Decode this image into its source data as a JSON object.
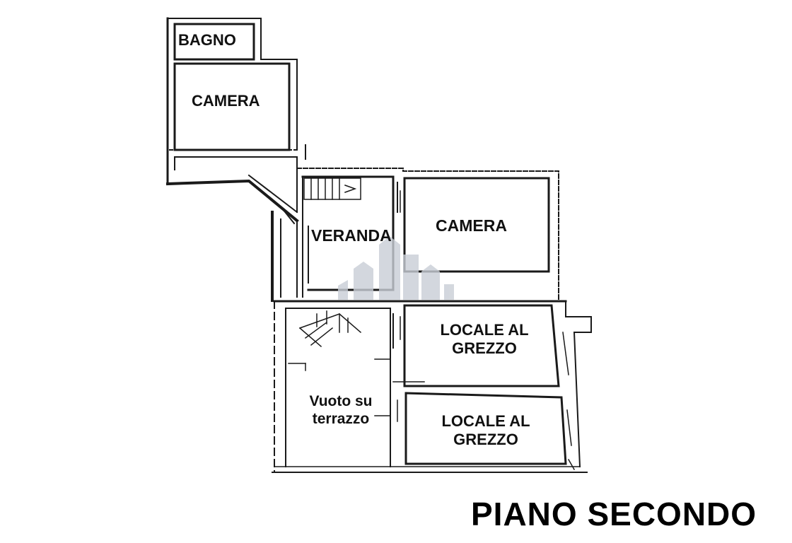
{
  "floor_plan": {
    "title": "PIANO SECONDO",
    "rooms": [
      {
        "id": "bagno",
        "label": "BAGNO"
      },
      {
        "id": "camera-1",
        "label": "CAMERA"
      },
      {
        "id": "veranda",
        "label": "VERANDA"
      },
      {
        "id": "camera-2",
        "label": "CAMERA"
      },
      {
        "id": "locale-1",
        "line1": "LOCALE AL",
        "line2": "GREZZO"
      },
      {
        "id": "vuoto",
        "line1": "Vuoto su",
        "line2": "terrazzo"
      },
      {
        "id": "locale-2",
        "line1": "LOCALE AL",
        "line2": "GREZZO"
      }
    ],
    "colors": {
      "wall": "#1a1a1a",
      "watermark": "#c9ced6",
      "background": "#ffffff"
    }
  }
}
